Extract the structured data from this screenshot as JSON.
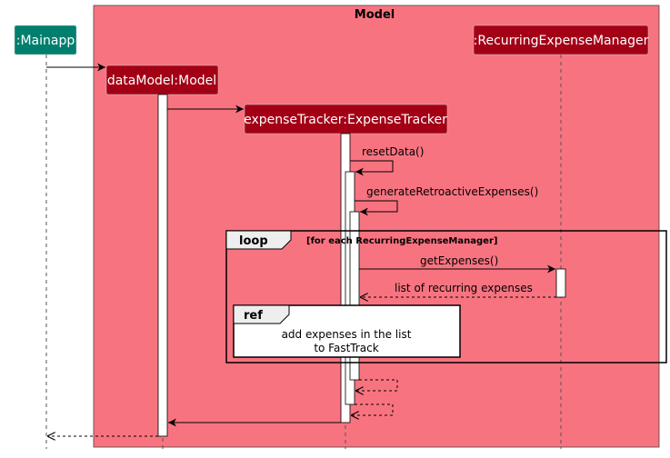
{
  "box": {
    "title": "Model",
    "fill": "#F87380"
  },
  "participants": {
    "mainapp": {
      "label": ":Mainapp",
      "color": "#007F6E"
    },
    "model": {
      "label": "dataModel:Model",
      "color": "#A30016"
    },
    "tracker": {
      "label": "expenseTracker:ExpenseTracker",
      "color": "#A30016"
    },
    "manager": {
      "label": ":RecurringExpenseManager",
      "color": "#A30016"
    }
  },
  "messages": {
    "reset": "resetData()",
    "generate": "generateRetroactiveExpenses()",
    "get": "getExpenses()",
    "list": "list of recurring expenses"
  },
  "loop": {
    "keyword": "loop",
    "condition": "[for each RecurringExpenseManager]"
  },
  "ref": {
    "keyword": "ref",
    "line1": "add expenses in the list",
    "line2": "to FastTrack"
  }
}
